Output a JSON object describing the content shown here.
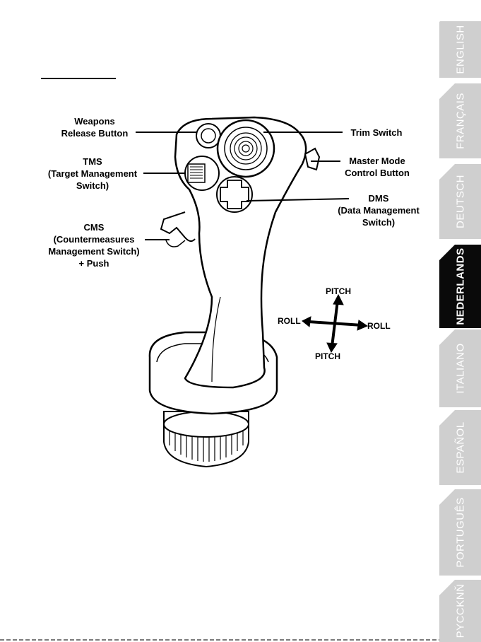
{
  "callouts": {
    "weapons_release": [
      "Weapons",
      "Release Button"
    ],
    "tms": [
      "TMS",
      "(Target Management",
      "Switch)"
    ],
    "cms": [
      "CMS",
      "(Countermeasures",
      "Management Switch)",
      "+ Push"
    ],
    "trim": [
      "Trim Switch"
    ],
    "master_mode": [
      "Master Mode",
      "Control Button"
    ],
    "dms": [
      "DMS",
      "(Data Management",
      "Switch)"
    ]
  },
  "axes": {
    "pitch_top": "PITCH",
    "pitch_bottom": "PITCH",
    "roll_left": "ROLL",
    "roll_right": "ROLL"
  },
  "language_tabs": [
    {
      "label": "ENGLISH",
      "active": false
    },
    {
      "label": "FRANÇAIS",
      "active": false
    },
    {
      "label": "DEUTSCH",
      "active": false
    },
    {
      "label": "NEDERLANDS",
      "active": true
    },
    {
      "label": "ITALIANO",
      "active": false
    },
    {
      "label": "ESPAÑOL",
      "active": false
    },
    {
      "label": "PORTUGUÊS",
      "active": false
    },
    {
      "label": "PYCCKNŇ",
      "active": false
    }
  ],
  "colors": {
    "tab_inactive": "#cfcfcf",
    "tab_active": "#0a0a0a",
    "line": "#000000"
  }
}
